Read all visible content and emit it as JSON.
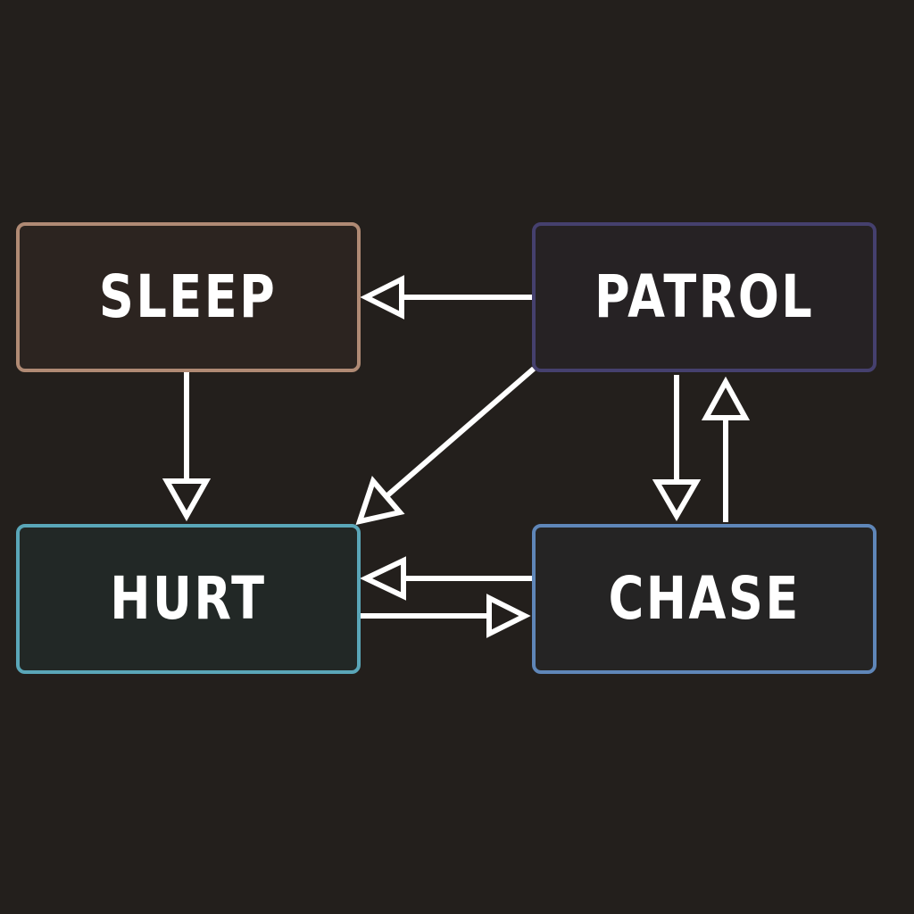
{
  "states": {
    "sleep": {
      "label": "SLEEP",
      "border_color": "#b08a74",
      "fill_color": "#2c2420"
    },
    "patrol": {
      "label": "PATROL",
      "border_color": "#45406e",
      "fill_color": "#262224"
    },
    "hurt": {
      "label": "HURT",
      "border_color": "#5aa6b8",
      "fill_color": "#222826"
    },
    "chase": {
      "label": "CHASE",
      "border_color": "#5f86b8",
      "fill_color": "#252424"
    }
  },
  "transitions": [
    {
      "from": "PATROL",
      "to": "SLEEP"
    },
    {
      "from": "SLEEP",
      "to": "HURT"
    },
    {
      "from": "PATROL",
      "to": "HURT"
    },
    {
      "from": "PATROL",
      "to": "CHASE"
    },
    {
      "from": "CHASE",
      "to": "PATROL"
    },
    {
      "from": "CHASE",
      "to": "HURT"
    },
    {
      "from": "HURT",
      "to": "CHASE"
    }
  ],
  "colors": {
    "background": "#231f1c",
    "arrow": "#ffffff",
    "text": "#ffffff"
  }
}
